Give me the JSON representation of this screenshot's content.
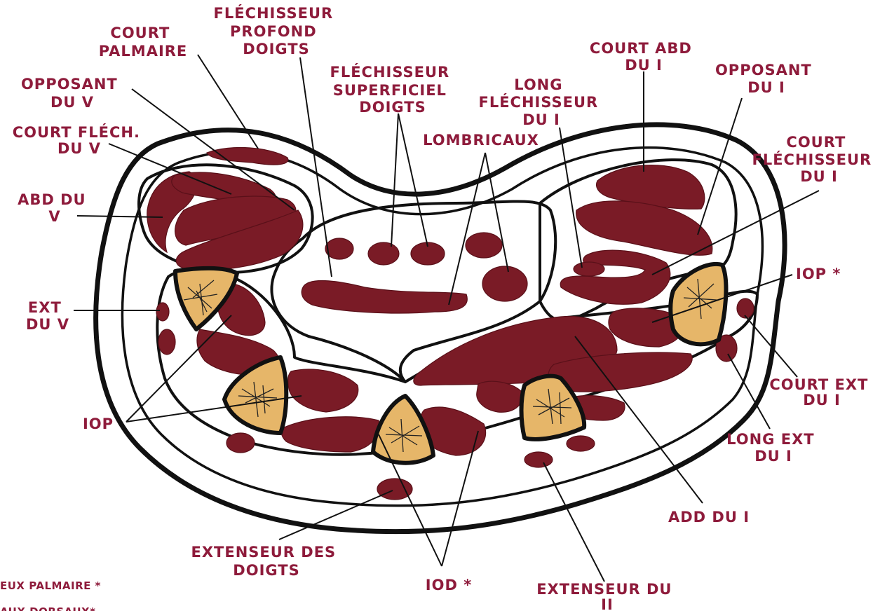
{
  "colors": {
    "label": "#8e1b3b",
    "muscle": "#7a1b26",
    "bone": "#e6b669",
    "outline": "#111111",
    "background": "#ffffff"
  },
  "labels": {
    "court_palmaire": [
      "COURT",
      "PALMAIRE"
    ],
    "flechisseur_profond": [
      "FLÉCHISSEUR",
      "PROFOND",
      "DOIGTS"
    ],
    "flechisseur_superficiel": [
      "FLÉCHISSEUR",
      "SUPERFICIEL",
      "DOIGTS"
    ],
    "long_flechisseur_i": [
      "LONG",
      "FLÉCHISSEUR",
      "DU I"
    ],
    "court_abd_i": [
      "COURT ABD",
      "DU I"
    ],
    "opposant_i": [
      "OPPOSANT",
      "DU I"
    ],
    "opposant_v": [
      "OPPOSANT",
      "DU V"
    ],
    "court_flech_v": [
      "COURT FLÉCH.",
      "DU V"
    ],
    "lombricaux": [
      "LOMBRICAUX"
    ],
    "court_flechisseur_i": [
      "COURT",
      "FLÉCHISSEUR",
      "DU I"
    ],
    "abd_v": [
      "ABD DU",
      "V"
    ],
    "iop_star": [
      "IOP *"
    ],
    "ext_v": [
      "EXT",
      "DU V"
    ],
    "court_ext_i": [
      "COURT EXT",
      "DU I"
    ],
    "iop": [
      "IOP"
    ],
    "long_ext_i": [
      "LONG EXT",
      "DU I"
    ],
    "add_i": [
      "ADD DU I"
    ],
    "extenseur_doigts": [
      "EXTENSEUR DES",
      "DOIGTS"
    ],
    "iod_star": [
      "IOD *"
    ],
    "extenseur_ii": [
      "EXTENSEUR DU",
      "II"
    ]
  },
  "legend": {
    "line1": "EUX PALMAIRE *",
    "line2": "AUX DORSAUX*"
  }
}
